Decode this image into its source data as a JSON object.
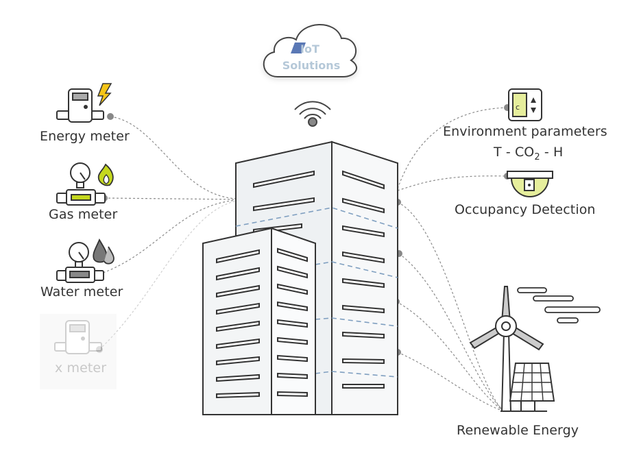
{
  "cloud": {
    "line1": "IoT",
    "line2": "Solutions"
  },
  "devices": {
    "energy_meter": "Energy meter",
    "gas_meter": "Gas meter",
    "water_meter": "Water meter",
    "x_meter": "x meter"
  },
  "sensors": {
    "environment": "Environment parameters",
    "env_t": "T - CO",
    "env_sub": "2",
    "env_h": " - H",
    "occupancy": "Occupancy Detection",
    "renewable": "Renewable Energy"
  },
  "colors": {
    "stroke": "#333333",
    "dash": "#888888",
    "blue_dash": "#7f9fc0",
    "accent_yellow": "#e6ee9c",
    "gas_bar": "#c5d81e",
    "bolt": "#f5c518"
  },
  "icons": [
    "cloud-icon",
    "wifi-icon",
    "energy-meter-icon",
    "lightning-icon",
    "gas-meter-icon",
    "flame-icon",
    "water-meter-icon",
    "droplets-icon",
    "x-meter-icon",
    "thermostat-icon",
    "occupancy-sensor-icon",
    "wind-turbine-icon",
    "solar-panel-icon",
    "building-icon"
  ]
}
